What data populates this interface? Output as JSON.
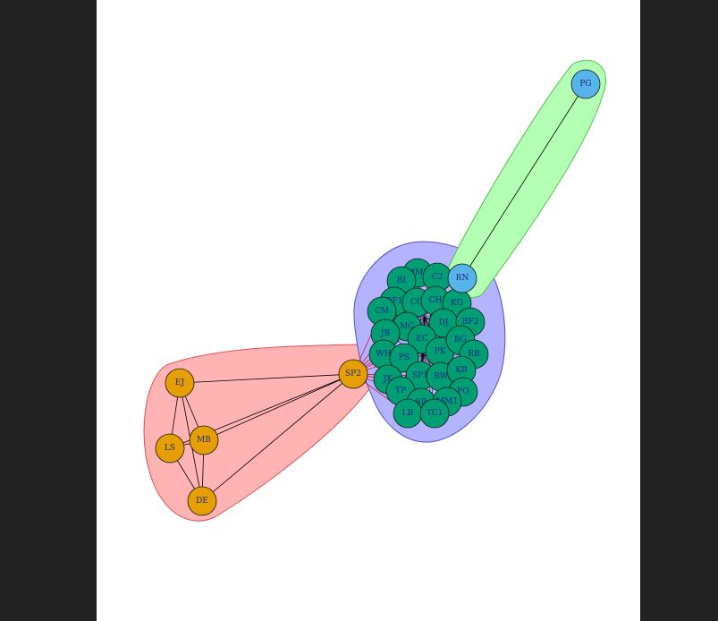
{
  "colors": {
    "background": "#222222",
    "panel": "#ffffff",
    "group_red_fill": "#ffb3b3",
    "group_red_stroke": "#e05050",
    "group_blue_fill": "#b3b3ff",
    "group_blue_stroke": "#5050d0",
    "group_green_fill": "#b3ffb3",
    "group_green_stroke": "#50c050",
    "node_orange": "#e69f00",
    "node_green": "#009e73",
    "node_blue": "#56b4e9"
  },
  "groups": [
    {
      "name": "red-group",
      "color": "red"
    },
    {
      "name": "blue-group",
      "color": "blue"
    },
    {
      "name": "green-group",
      "color": "green"
    }
  ],
  "nodes": {
    "orange": [
      "EJ",
      "LS",
      "MB",
      "DE",
      "SP2"
    ],
    "blue": [
      "PG",
      "RN"
    ],
    "green": [
      "MM2",
      "C2",
      "BI",
      "BF1",
      "CO",
      "CH",
      "KG",
      "CM",
      "MC",
      "DJ",
      "BF2",
      "JB",
      "EC",
      "PK",
      "BG",
      "WH",
      "PS",
      "RB",
      "SP1",
      "RW",
      "KB",
      "JK",
      "TP",
      "PO",
      "SR",
      "MM1",
      "LB",
      "TC1"
    ]
  }
}
